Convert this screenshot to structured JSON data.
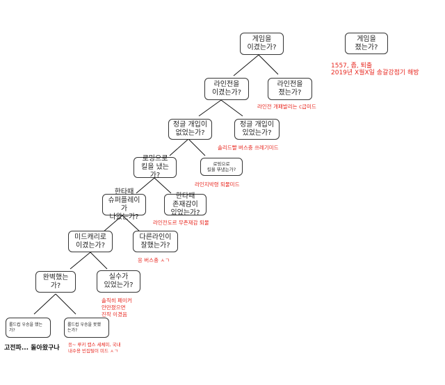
{
  "nodes": {
    "n0": "게임을\n이겼는가?",
    "n_lost_top": "게임을\n졌는가?",
    "n1": "라인전을\n이겼는가?",
    "n1b": "라인전을\n졌는가?",
    "n2": "정글 개입이\n없었는가?",
    "n2b": "정글 개입이\n있었는가?",
    "n3": "로밍으로\n킬을 냈는가?",
    "n3b": "로밍으로\n킬을 뚜냈는가?",
    "n4": "한타때\n슈퍼플레이가\n나왔는가?",
    "n4b": "한타때\n존재감이\n있었는가?",
    "n5": "미드캐리로\n이겼는가?",
    "n5b": "다른라인이\n잘했는가?",
    "n6": "완벽했는가?",
    "n6b": "실수가\n있었는가?",
    "n7": "롤드컵 우승을 했는\n가?",
    "n7b": "롤드컵 우승을 못했\n는가?"
  },
  "notes": {
    "lost_top": "1557, 좁, 퇴출\n2019년 X월X일 송갈강점기 해방",
    "n1b": "라인전 개패발리는 c급미드",
    "n2b": "솔리드빨 버스충 쓰레기미드",
    "n3b": "라인지박령 퇴물미드",
    "n4b": "라인전도르 무존재감 퇴물",
    "n5b": "응 버스충 ㅅㄱ",
    "n6b": "솔직히 페이커\n안만졌으면\n진작 이겼음",
    "n7b": "응~ 루키 캡스 세체미, 국내\n내수용 빈집털이 미드 ㅅㄱ"
  },
  "caption": "고전파... 돌아왔구나"
}
